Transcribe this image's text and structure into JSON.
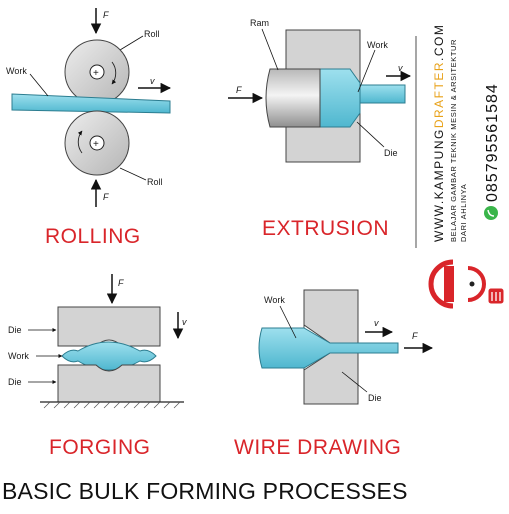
{
  "footer_title": "BASIC BULK FORMING PROCESSES",
  "colors": {
    "process_title": "#d9252a",
    "work": "#6ec9dc",
    "die": "#d3d3d3",
    "brand_accent": "#e8a21a",
    "whatsapp": "#3ab54a"
  },
  "rolling": {
    "title": "ROLLING",
    "label_force_top": "F",
    "label_force_bottom": "F",
    "label_roll_top": "Roll",
    "label_roll_bottom": "Roll",
    "label_work": "Work",
    "label_velocity": "v"
  },
  "extrusion": {
    "title": "EXTRUSION",
    "label_ram": "Ram",
    "label_work": "Work",
    "label_velocity": "v",
    "label_force": "F",
    "label_die": "Die"
  },
  "forging": {
    "title": "FORGING",
    "label_force": "F",
    "label_velocity": "v",
    "label_die_top": "Die",
    "label_work": "Work",
    "label_die_bottom": "Die"
  },
  "wire_drawing": {
    "title": "WIRE DRAWING",
    "label_work": "Work",
    "label_velocity": "v",
    "label_force": "F",
    "label_die": "Die"
  },
  "branding": {
    "url_prefix": "WWW.KAMPUNG",
    "url_highlight": "DRAFTER",
    "url_suffix": ".COM",
    "tagline_line1": "BELAJAR GAMBAR TEKNIK MESIN & ARSITEKTUR",
    "tagline_line2": "DARI AHLINYA",
    "phone": "085795561584",
    "logo_icon": "kampung-drafter-logo-icon",
    "whatsapp_icon": "whatsapp-icon"
  }
}
